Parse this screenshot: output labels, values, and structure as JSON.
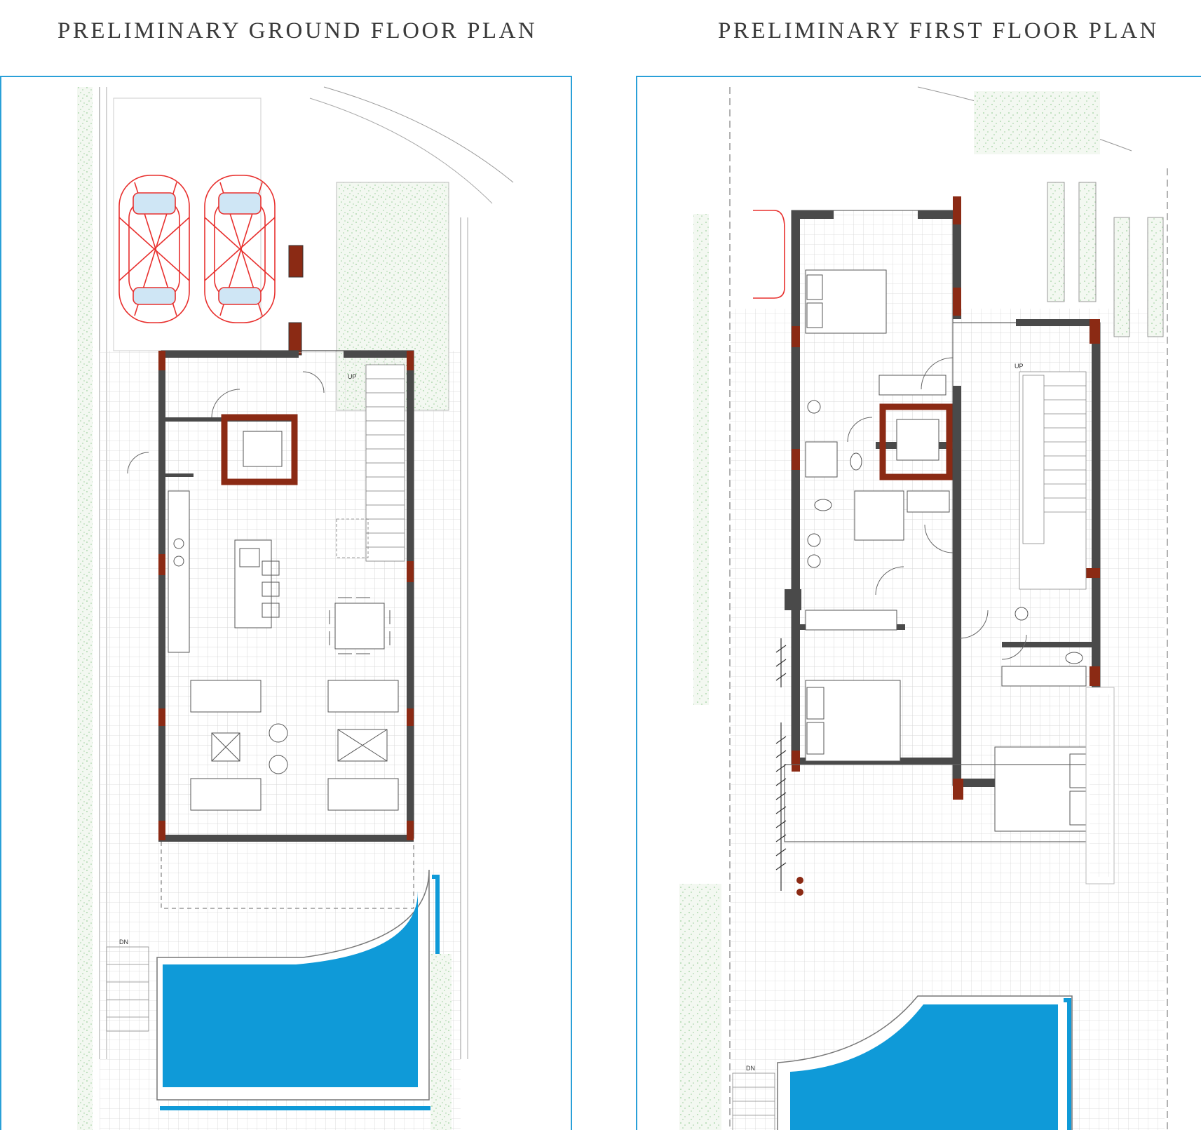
{
  "titles": {
    "ground": "PRELIMINARY GROUND FLOOR PLAN",
    "first": "PRELIMINARY FIRST FLOOR PLAN"
  },
  "ground_plan": {
    "stair_up_label": "UP",
    "stair_down_label": "DN"
  },
  "first_plan": {
    "stair_up_label": "UP",
    "stair_down_label": "DN"
  },
  "colors": {
    "frame_border": "#2aa0d8",
    "wall": "#4a4a4a",
    "column": "#8b2a14",
    "pool_water": "#0f9ad8",
    "car_outline": "#e8302e",
    "garden": "#9ccf9c",
    "title_text": "#3b3b3b"
  }
}
